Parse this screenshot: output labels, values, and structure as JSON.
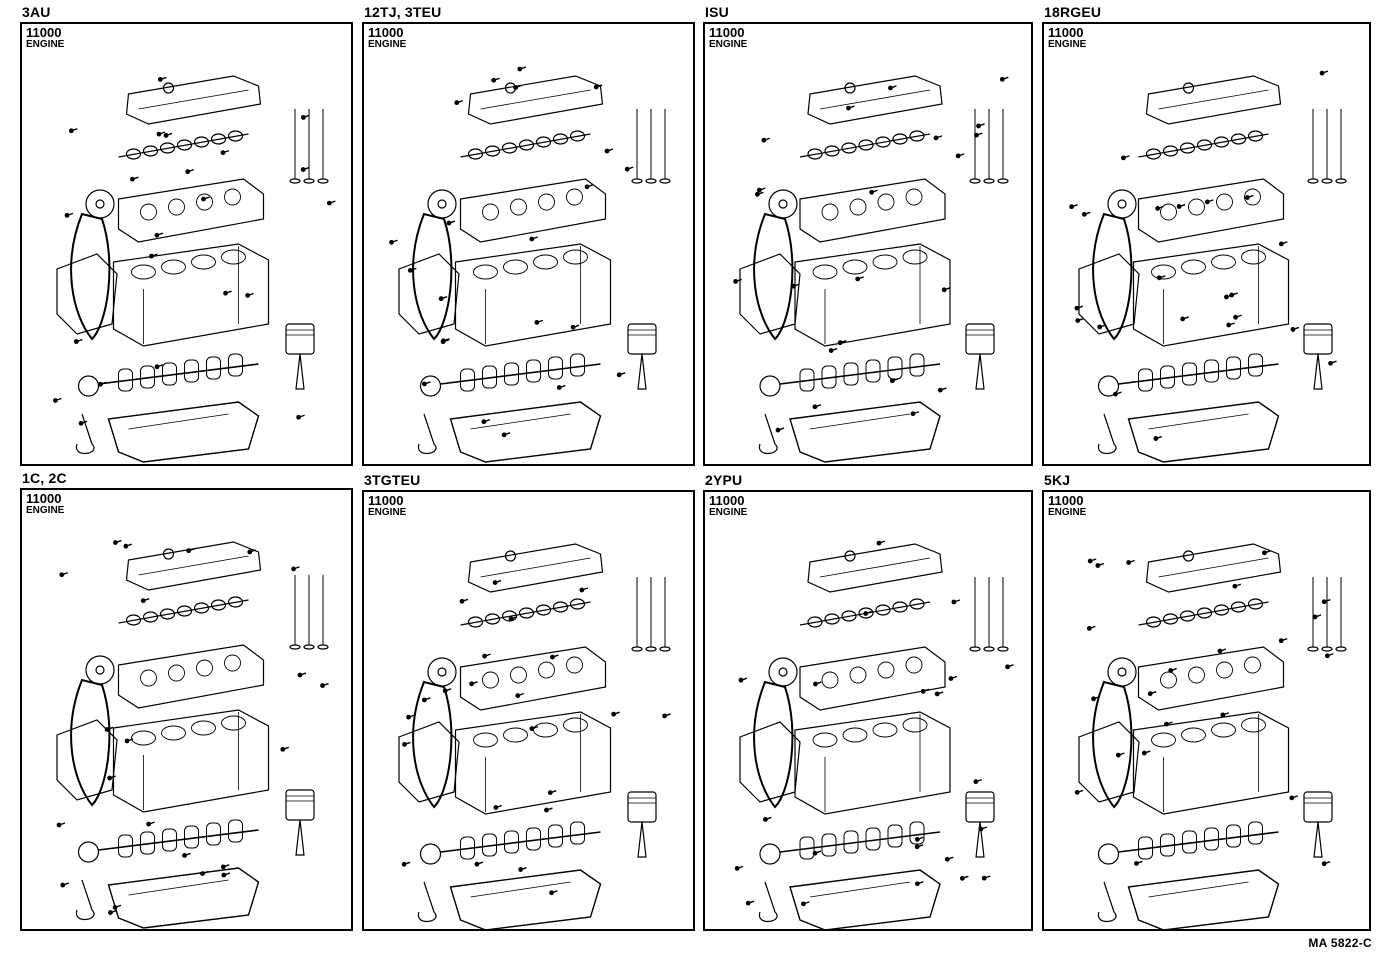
{
  "panels": [
    {
      "title": "3AU",
      "code": "11000",
      "label": "ENGINE"
    },
    {
      "title": "12TJ, 3TEU",
      "code": "11000",
      "label": "ENGINE"
    },
    {
      "title": "ISU",
      "code": "11000",
      "label": "ENGINE"
    },
    {
      "title": "18RGEU",
      "code": "11000",
      "label": "ENGINE"
    },
    {
      "title": "1C, 2C",
      "code": "11000",
      "label": "ENGINE"
    },
    {
      "title": "3TGTEU",
      "code": "11000",
      "label": "ENGINE"
    },
    {
      "title": "2YPU",
      "code": "11000",
      "label": "ENGINE"
    },
    {
      "title": "5KJ",
      "code": "11000",
      "label": "ENGINE"
    }
  ],
  "footer": "MA 5822-C",
  "colors": {
    "line": "#000000",
    "background": "#ffffff"
  }
}
